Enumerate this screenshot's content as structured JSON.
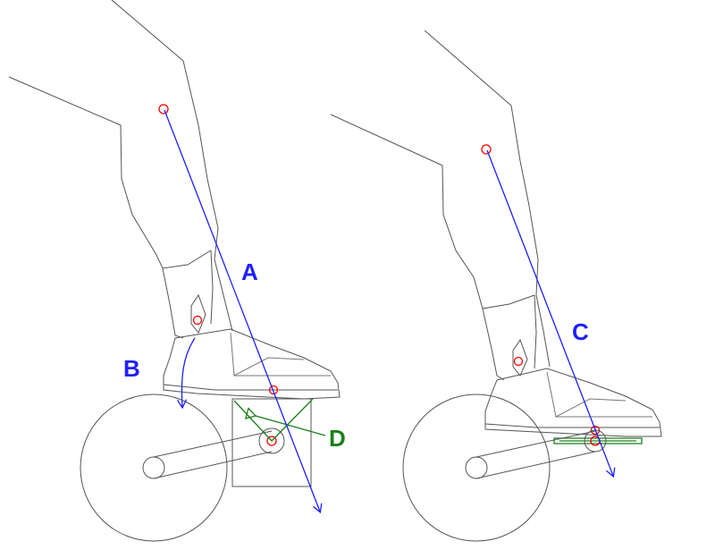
{
  "labels": {
    "a": "A",
    "b": "B",
    "c": "C",
    "d": "D"
  },
  "colors": {
    "axis": "#1f1fff",
    "green": "#1a7f1a",
    "joint": "#ff0000",
    "outline": "#555555"
  }
}
